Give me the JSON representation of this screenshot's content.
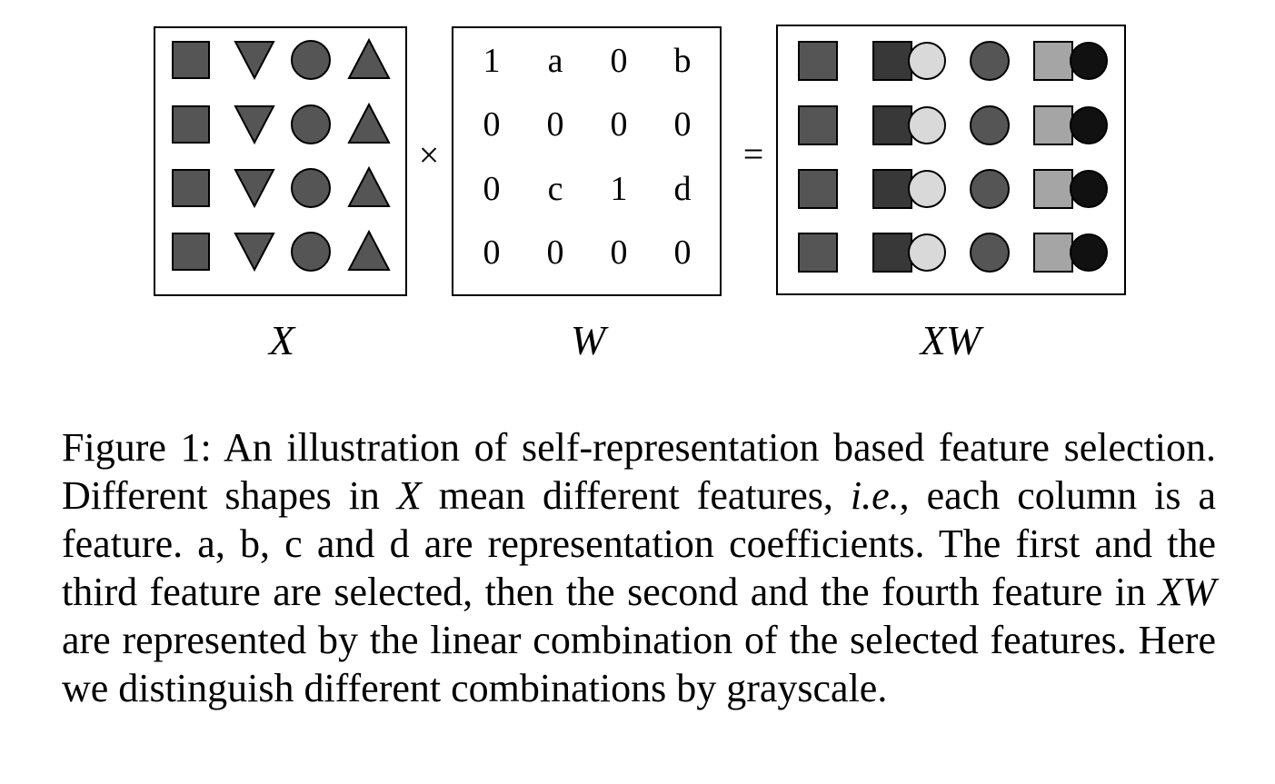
{
  "figure": {
    "operators": {
      "times": "×",
      "equals": "="
    },
    "labels": {
      "x": "X",
      "w": "W",
      "xw": "XW"
    },
    "w_matrix": [
      [
        "1",
        "a",
        "0",
        "b"
      ],
      [
        "0",
        "0",
        "0",
        "0"
      ],
      [
        "0",
        "c",
        "1",
        "d"
      ],
      [
        "0",
        "0",
        "0",
        "0"
      ]
    ],
    "x_columns": [
      "square",
      "triangle-down",
      "circle",
      "triangle-up"
    ],
    "xw_columns": [
      "square",
      "square-circle",
      "circle",
      "square-circle"
    ],
    "colors": {
      "shape_dark": "#555555",
      "xw_col2_square": "#383838",
      "xw_col2_circle": "#d9d9d9",
      "xw_col4_square": "#a5a5a5",
      "xw_col4_circle": "#111111"
    }
  },
  "caption": {
    "p1": "Figure 1: An illustration of self-representation based feature selection. Different shapes in ",
    "m1": "X",
    "p2": " mean different features, ",
    "ie": "i.e.",
    "p3": ", each column is a feature. a, b, c and d are representation coefficients. The first and the third feature are selected, then the second and the fourth feature in ",
    "m2": "XW",
    "p4": " are represented by the linear combination of the selected features. Here we distinguish different combinations by grayscale."
  }
}
